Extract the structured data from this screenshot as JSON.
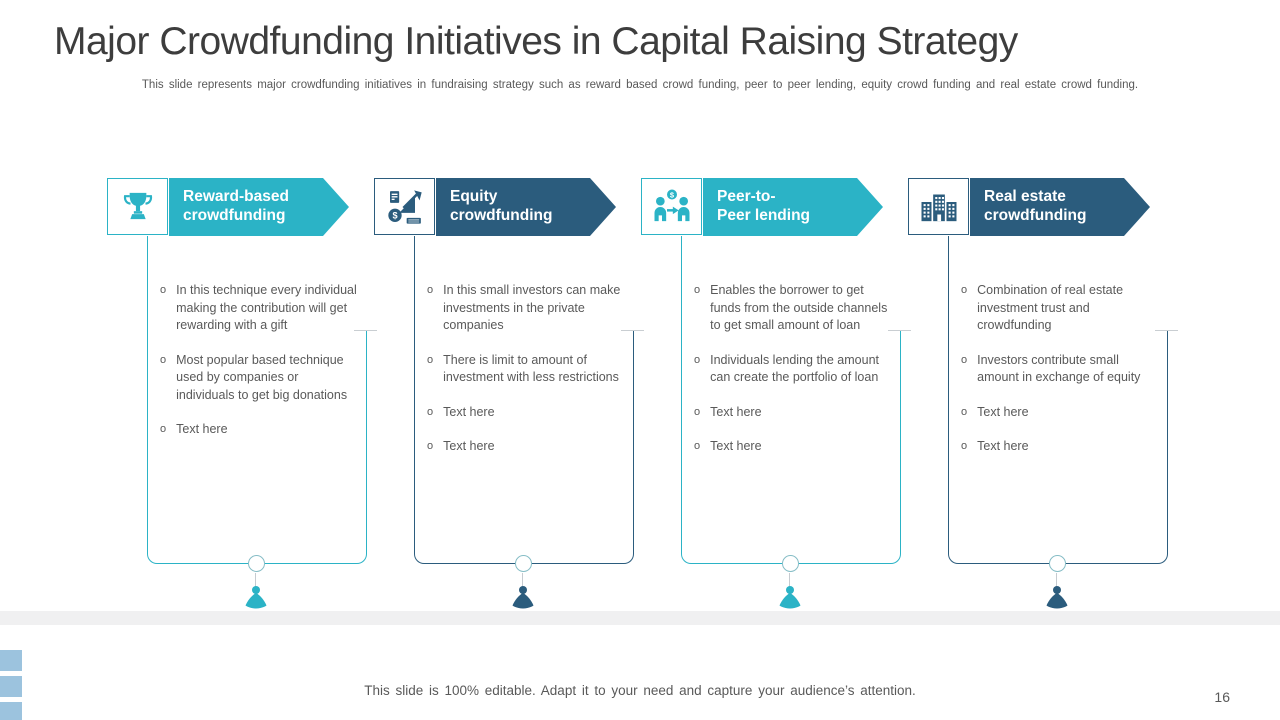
{
  "slide": {
    "title": "Major Crowdfunding Initiatives in Capital Raising Strategy",
    "subtitle": "This slide represents major crowdfunding  initiatives in fundraising strategy such as reward  based crowd funding,  peer  to peer lending,  equity crowd  funding  and real estate  crowd funding.",
    "footer": "This slide is 100% editable.  Adapt it to your need and capture your audience’s attention.",
    "page_number": "16",
    "bullet_marker": "o"
  },
  "colors": {
    "teal": "#2BB3C6",
    "navy": "#2B5C7D",
    "text_gray": "#595959",
    "tick_gray": "#C9CED2",
    "strip_gray": "#F0F0F1",
    "square_blue": "#9CC3DE",
    "circle_border": "#86BDC6"
  },
  "columns": [
    {
      "id": "reward-based-crowdfunding",
      "label_line1": "Reward-based",
      "label_line2": "crowdfunding",
      "icon": "trophy-icon",
      "accent": "teal",
      "bullets": [
        "In this technique every individual making the contribution will get rewarding with a gift",
        "Most popular based technique used by companies or individuals to get big donations",
        "Text here"
      ]
    },
    {
      "id": "equity-crowdfunding",
      "label_line1": "Equity",
      "label_line2": "crowdfunding",
      "icon": "equity-growth-icon",
      "accent": "navy",
      "bullets": [
        "In this small investors can make investments in the private companies",
        "There is limit to amount of investment with less restrictions",
        "Text here",
        "Text here"
      ]
    },
    {
      "id": "peer-to-peer-lending",
      "label_line1": "Peer-to-",
      "label_line2": "Peer lending",
      "icon": "peer-to-peer-icon",
      "accent": "teal",
      "bullets": [
        "Enables the borrower to get funds from the outside channels to get small amount of loan",
        "Individuals lending the amount can create the portfolio of loan",
        "Text here",
        "Text here"
      ]
    },
    {
      "id": "real-estate-crowdfunding",
      "label_line1": "Real estate",
      "label_line2": "crowdfunding",
      "icon": "buildings-icon",
      "accent": "navy",
      "bullets": [
        "Combination of real estate investment trust and crowdfunding",
        "Investors contribute small amount in exchange of equity",
        "Text here",
        "Text here"
      ]
    }
  ]
}
